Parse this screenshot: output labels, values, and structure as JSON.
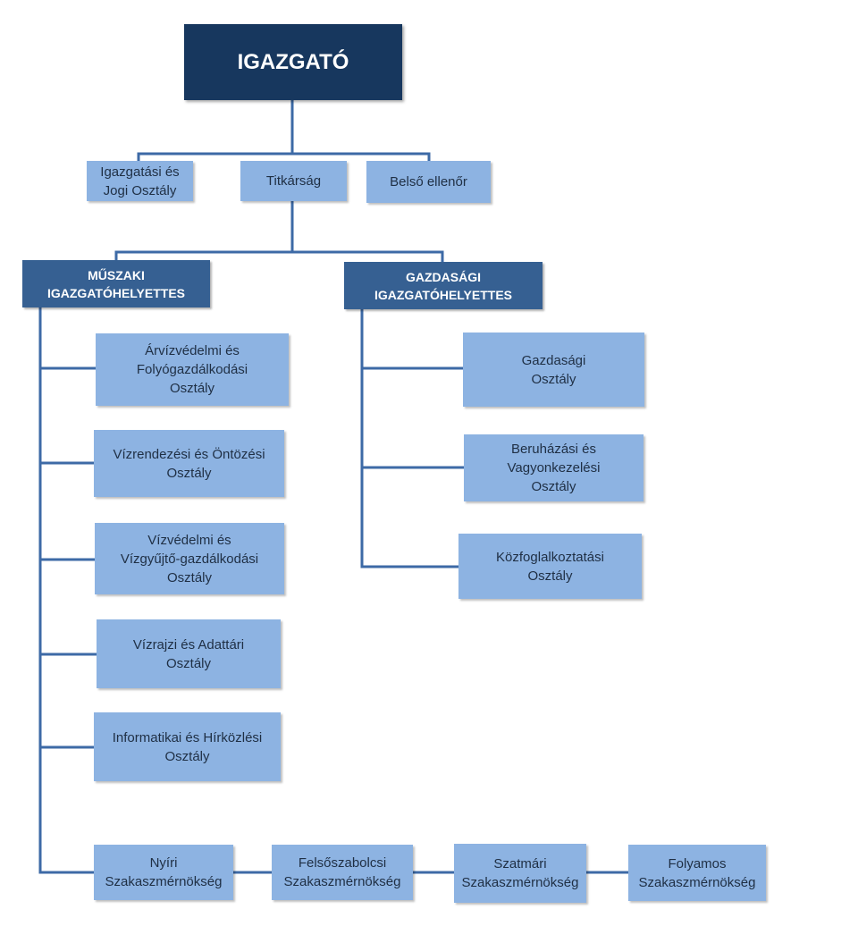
{
  "director": "IGAZGATÓ",
  "staff": [
    {
      "label": "Igazgatási  és\nJogi Osztály"
    },
    {
      "label": "Titkárság"
    },
    {
      "label": "Belső ellenőr"
    }
  ],
  "deputies": {
    "technical": "MŰSZAKI\nIGAZGATÓHELYETTES",
    "economic": "GAZDASÁGI\nIGAZGATÓHELYETTES"
  },
  "technical_departments": [
    "Árvízvédelmi  és\nFolyógazdálkodási\nOsztály",
    "Vízrendezési  és  Öntözési\nOsztály",
    "Vízvédelmi  és\nVízgyűjtő-gazdálkodási\nOsztály",
    "Vízrajzi és Adattári\nOsztály",
    "Informatikai és Hírközlési\nOsztály"
  ],
  "economic_departments": [
    "Gazdasági\nOsztály",
    "Beruházási és\nVagyonkezelési\nOsztály",
    "Közfoglalkoztatási\nOsztály"
  ],
  "engineering_sections": [
    "Nyíri\nSzakaszmérnökség",
    "Felsőszabolcsi\nSzakaszmérnökség",
    "Szatmári\nSzakaszmérnökség",
    "Folyamos\nSzakaszmérnökség"
  ],
  "colors": {
    "director_fill": "#17375e",
    "deputy_fill": "#366092",
    "department_fill": "#8db3e2",
    "connector": "#3d6aa6"
  }
}
